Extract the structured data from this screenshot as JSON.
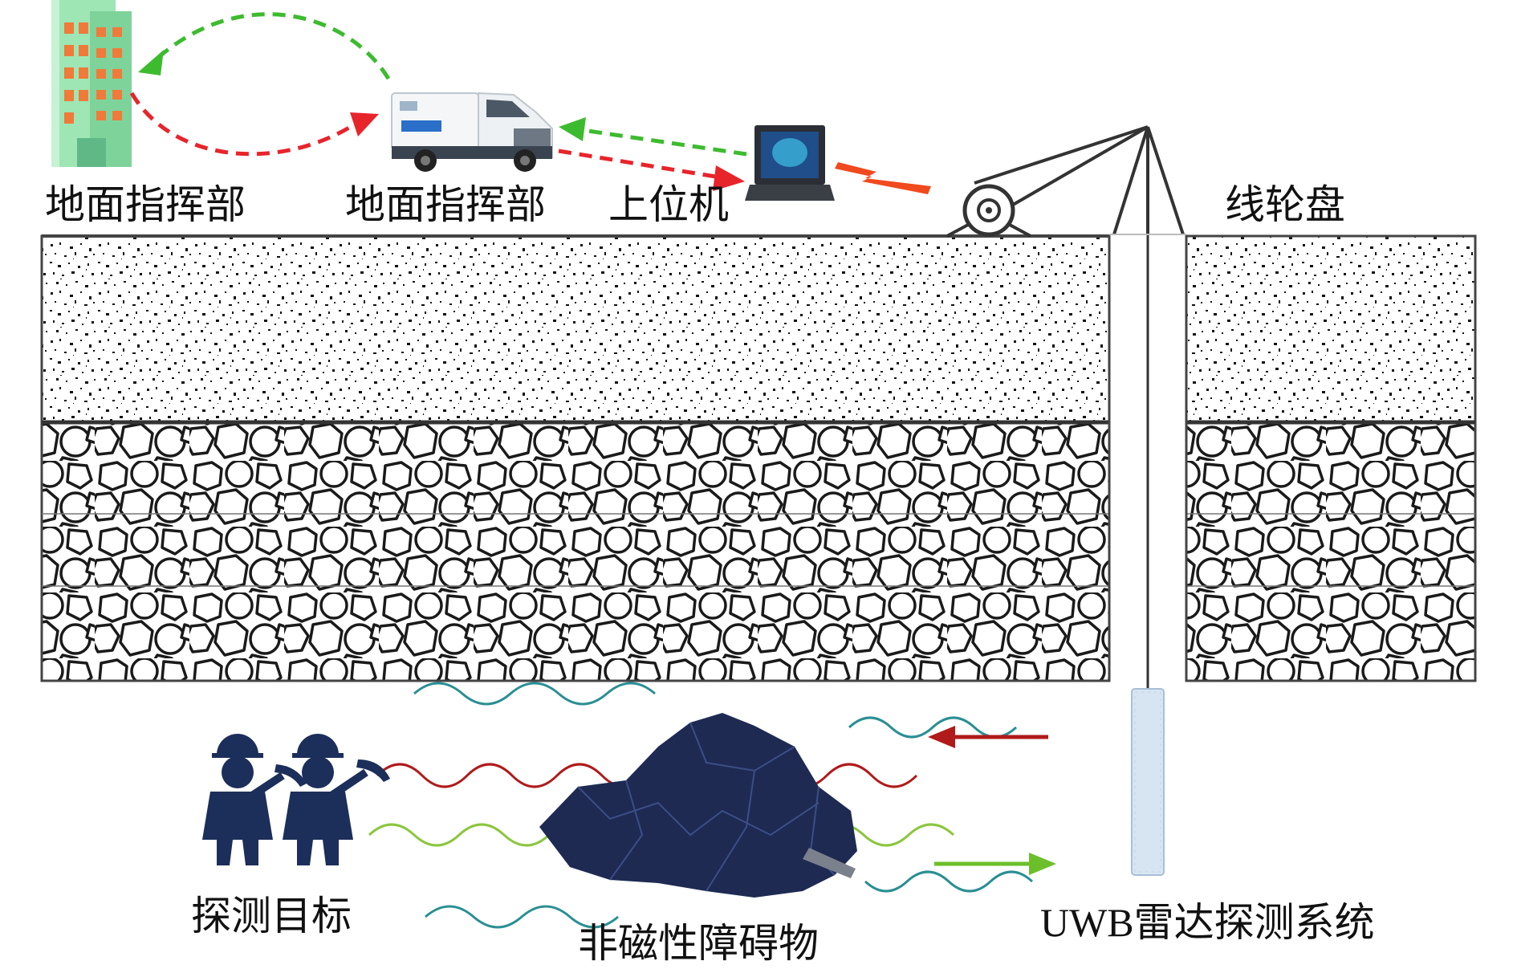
{
  "labels": {
    "command_hq": "地面指挥部",
    "command_vehicle": "地面指挥部",
    "host_computer": "上位机",
    "cable_reel": "线轮盘",
    "detection_target": "探测目标",
    "obstacle": "非磁性障碍物",
    "radar_system": "UWB雷达探测系统"
  },
  "icons": {
    "building": "building-icon",
    "truck": "truck-icon",
    "laptop": "laptop-icon",
    "wireless": "lightning-icon",
    "reel": "reel-icon",
    "miners": "miner-icon",
    "coal": "coal-pile-icon",
    "probe": "radar-probe-icon"
  },
  "colors": {
    "green_link": "#3dbb2f",
    "red_link": "#e8242b",
    "wave_teal": "#2a8f94",
    "wave_red": "#b01a1a",
    "wave_green": "#8cc63f",
    "arrow_red": "#b01a1a",
    "arrow_green": "#6cbf2a",
    "miner_navy": "#1c2e5a",
    "coal_navy": "#1e2a52",
    "building_green": "#9ee6b3",
    "building_window": "#f07a3a",
    "lightning": "#f04a1e"
  }
}
